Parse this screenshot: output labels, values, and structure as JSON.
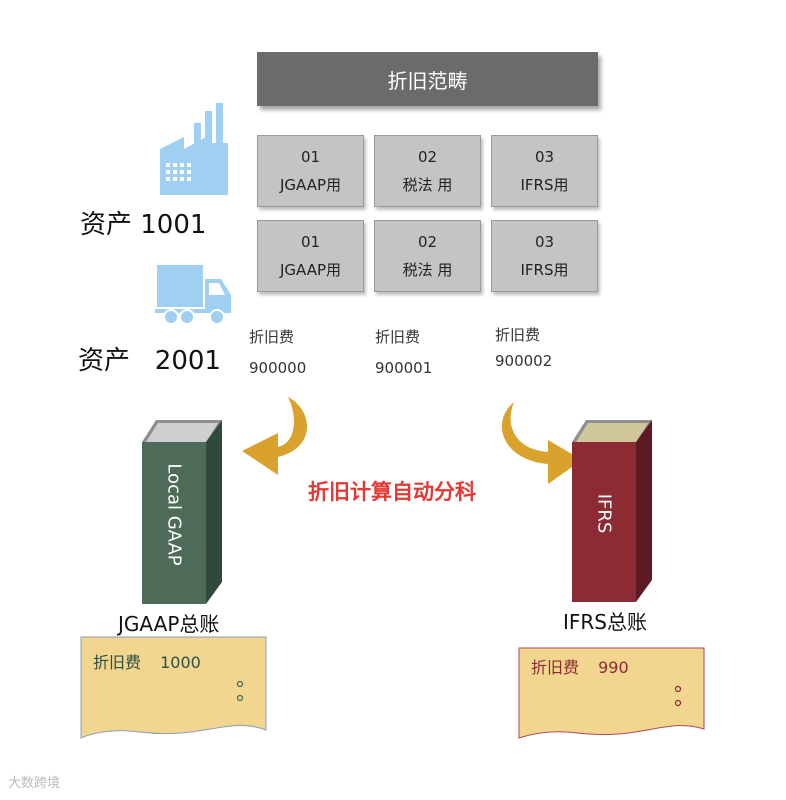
{
  "header": {
    "title": "折旧范畴"
  },
  "grid": {
    "rows": [
      [
        {
          "code": "01",
          "label": "JGAAP用"
        },
        {
          "code": "02",
          "label": "税法 用"
        },
        {
          "code": "03",
          "label": "IFRS用"
        }
      ],
      [
        {
          "code": "01",
          "label": "JGAAP用"
        },
        {
          "code": "02",
          "label": "税法 用"
        },
        {
          "code": "03",
          "label": "IFRS用"
        }
      ]
    ]
  },
  "assets": [
    {
      "label": "资产 1001",
      "icon": "factory-icon"
    },
    {
      "label": "资产   2001",
      "icon": "truck-icon"
    }
  ],
  "fees": [
    {
      "label": "折旧费",
      "account": "900000"
    },
    {
      "label": "折旧费",
      "account": "900001"
    },
    {
      "label": "折旧费",
      "account": "900002"
    }
  ],
  "center_label": "折旧计算自动分科",
  "ledgers": {
    "local": {
      "spine": "Local GAAP",
      "title": "JGAAP总账",
      "color": "#4e6b5a",
      "entry": {
        "label": "折旧费",
        "value": "1000"
      }
    },
    "ifrs": {
      "spine": "IFRS",
      "title": "IFRS总账",
      "color": "#8c2b34",
      "entry": {
        "label": "折旧费",
        "value": "990"
      }
    }
  },
  "colors": {
    "accent_red": "#e53935",
    "arrow_gold": "#d9a22d",
    "icon_blue": "#9fd0f2",
    "card": "#f2d58e"
  },
  "watermark": "大数跨境"
}
